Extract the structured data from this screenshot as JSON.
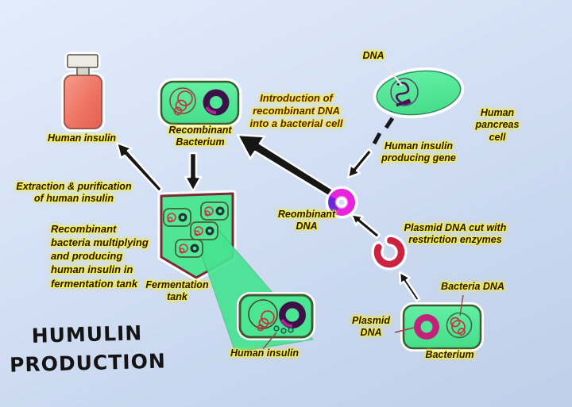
{
  "title": "HUMULIN\nPRODUCTION",
  "labels": {
    "bottle": "Human insulin",
    "recombinant_bacterium": "Recombinant\nBacterium",
    "introduction": "Introduction of\nrecombinant DNA\ninto a bacterial cell",
    "dna": "DNA",
    "pancreas": "Human pancreas\ncell",
    "gene": "Human insulin\nproducing gene",
    "recombinant_dna": "Reombinant\nDNA",
    "plasmid_cut": "Plasmid DNA cut with\nrestriction enzymes",
    "bacteria_dna": "Bacteria DNA",
    "plasmid_dna": "Plasmid\nDNA",
    "bacterium": "Bacterium",
    "extraction": "Extraction & purification\nof human insulin",
    "multiplying": "Recombinant\nbacteria multiplying\nand producing\nhuman insulin in\nfermentation tank",
    "fermentation_tank": "Fermentation\ntank",
    "insulin_product": "Human insulin"
  },
  "colors": {
    "background_top": "#e2ecfb",
    "background_bottom": "#bfcfe9",
    "cell_green": "#52e795",
    "cell_border": "#3c5c30",
    "tank_border": "#7d2737",
    "ring_dark_purple": "#3d1048",
    "ring_magenta": "#e822dd",
    "ring_violet_arc": "#6629dd",
    "plasmid_crimson": "#cc2240",
    "plasmid_pink": "#c2227a",
    "dna_squiggle_red": "#c23540",
    "pancreas_squiggle_purple": "#4c1258",
    "bottle_body": "#ee7464",
    "label_text": "#271303",
    "label_glow": "#f3ec45",
    "arrow_black": "#161616"
  }
}
